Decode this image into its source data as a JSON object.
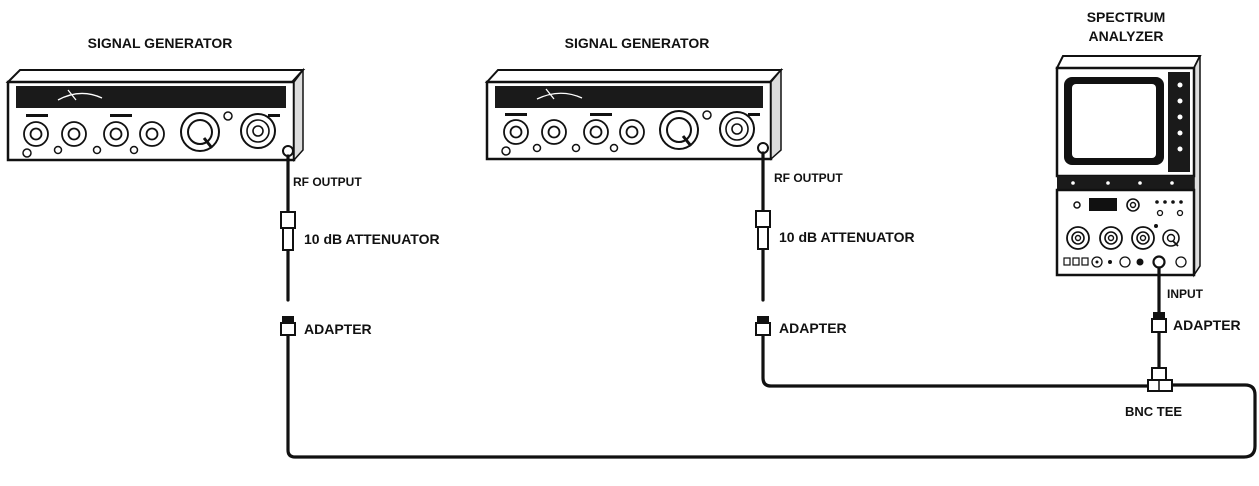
{
  "labels": {
    "sig_gen_1": "SIGNAL GENERATOR",
    "sig_gen_2": "SIGNAL GENERATOR",
    "spectrum_line1": "SPECTRUM",
    "spectrum_line2": "ANALYZER",
    "rf_output_1": "RF OUTPUT",
    "rf_output_2": "RF OUTPUT",
    "attenuator_1": "10 dB ATTENUATOR",
    "attenuator_2": "10 dB ATTENUATOR",
    "adapter_1": "ADAPTER",
    "adapter_2": "ADAPTER",
    "adapter_3": "ADAPTER",
    "input": "INPUT",
    "bnc_tee": "BNC TEE"
  },
  "colors": {
    "ink": "#111111",
    "paper": "#ffffff",
    "display": "#1a1a1a"
  }
}
